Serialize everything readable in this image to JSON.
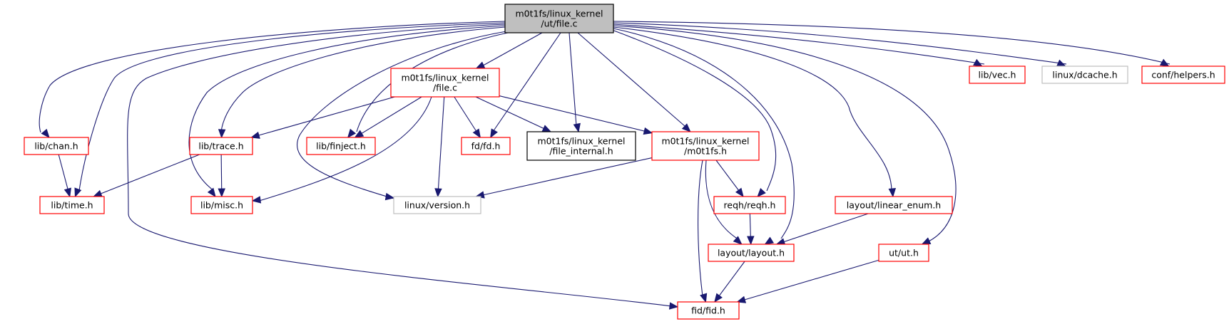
{
  "title": "m0t1fs/linux_kernel/ut/file.c include dependency graph",
  "colors": {
    "edge": "#191970",
    "root_fill": "#bfbfbf",
    "root_border": "#000000",
    "linked_border": "#ff0000",
    "documented_border": "#000000",
    "external_border": "#bfbfbf"
  },
  "nodes": [
    {
      "id": "root",
      "lines": [
        "m0t1fs/linux_kernel",
        "/ut/file.c"
      ],
      "kind": "root"
    },
    {
      "id": "file_c",
      "lines": [
        "m0t1fs/linux_kernel",
        "/file.c"
      ],
      "kind": "linked"
    },
    {
      "id": "chan",
      "lines": [
        "lib/chan.h"
      ],
      "kind": "linked"
    },
    {
      "id": "time",
      "lines": [
        "lib/time.h"
      ],
      "kind": "linked"
    },
    {
      "id": "trace",
      "lines": [
        "lib/trace.h"
      ],
      "kind": "linked"
    },
    {
      "id": "misc",
      "lines": [
        "lib/misc.h"
      ],
      "kind": "linked"
    },
    {
      "id": "finject",
      "lines": [
        "lib/finject.h"
      ],
      "kind": "linked"
    },
    {
      "id": "version",
      "lines": [
        "linux/version.h"
      ],
      "kind": "external"
    },
    {
      "id": "fd",
      "lines": [
        "fd/fd.h"
      ],
      "kind": "linked"
    },
    {
      "id": "file_internal",
      "lines": [
        "m0t1fs/linux_kernel",
        "/file_internal.h"
      ],
      "kind": "documented"
    },
    {
      "id": "m0t1fs",
      "lines": [
        "m0t1fs/linux_kernel",
        "/m0t1fs.h"
      ],
      "kind": "linked"
    },
    {
      "id": "reqh",
      "lines": [
        "reqh/reqh.h"
      ],
      "kind": "linked"
    },
    {
      "id": "layout",
      "lines": [
        "layout/layout.h"
      ],
      "kind": "linked"
    },
    {
      "id": "linear_enum",
      "lines": [
        "layout/linear_enum.h"
      ],
      "kind": "linked"
    },
    {
      "id": "ut",
      "lines": [
        "ut/ut.h"
      ],
      "kind": "linked"
    },
    {
      "id": "fid",
      "lines": [
        "fid/fid.h"
      ],
      "kind": "linked"
    },
    {
      "id": "vec",
      "lines": [
        "lib/vec.h"
      ],
      "kind": "linked"
    },
    {
      "id": "dcache",
      "lines": [
        "linux/dcache.h"
      ],
      "kind": "external"
    },
    {
      "id": "helpers",
      "lines": [
        "conf/helpers.h"
      ],
      "kind": "linked"
    }
  ],
  "edges": [
    [
      "root",
      "chan"
    ],
    [
      "root",
      "time"
    ],
    [
      "root",
      "fid"
    ],
    [
      "root",
      "misc"
    ],
    [
      "root",
      "trace"
    ],
    [
      "root",
      "version"
    ],
    [
      "root",
      "finject"
    ],
    [
      "root",
      "file_c"
    ],
    [
      "root",
      "fd"
    ],
    [
      "root",
      "file_internal"
    ],
    [
      "root",
      "m0t1fs"
    ],
    [
      "root",
      "reqh"
    ],
    [
      "root",
      "layout"
    ],
    [
      "root",
      "linear_enum"
    ],
    [
      "root",
      "ut"
    ],
    [
      "root",
      "vec"
    ],
    [
      "root",
      "dcache"
    ],
    [
      "root",
      "helpers"
    ],
    [
      "file_c",
      "trace"
    ],
    [
      "file_c",
      "finject"
    ],
    [
      "file_c",
      "fd"
    ],
    [
      "file_c",
      "file_internal"
    ],
    [
      "file_c",
      "m0t1fs"
    ],
    [
      "file_c",
      "misc"
    ],
    [
      "file_c",
      "version"
    ],
    [
      "chan",
      "time"
    ],
    [
      "trace",
      "time"
    ],
    [
      "trace",
      "misc"
    ],
    [
      "m0t1fs",
      "version"
    ],
    [
      "m0t1fs",
      "reqh"
    ],
    [
      "m0t1fs",
      "layout"
    ],
    [
      "m0t1fs",
      "fid"
    ],
    [
      "reqh",
      "layout"
    ],
    [
      "linear_enum",
      "layout"
    ],
    [
      "layout",
      "fid"
    ],
    [
      "ut",
      "fid"
    ]
  ]
}
